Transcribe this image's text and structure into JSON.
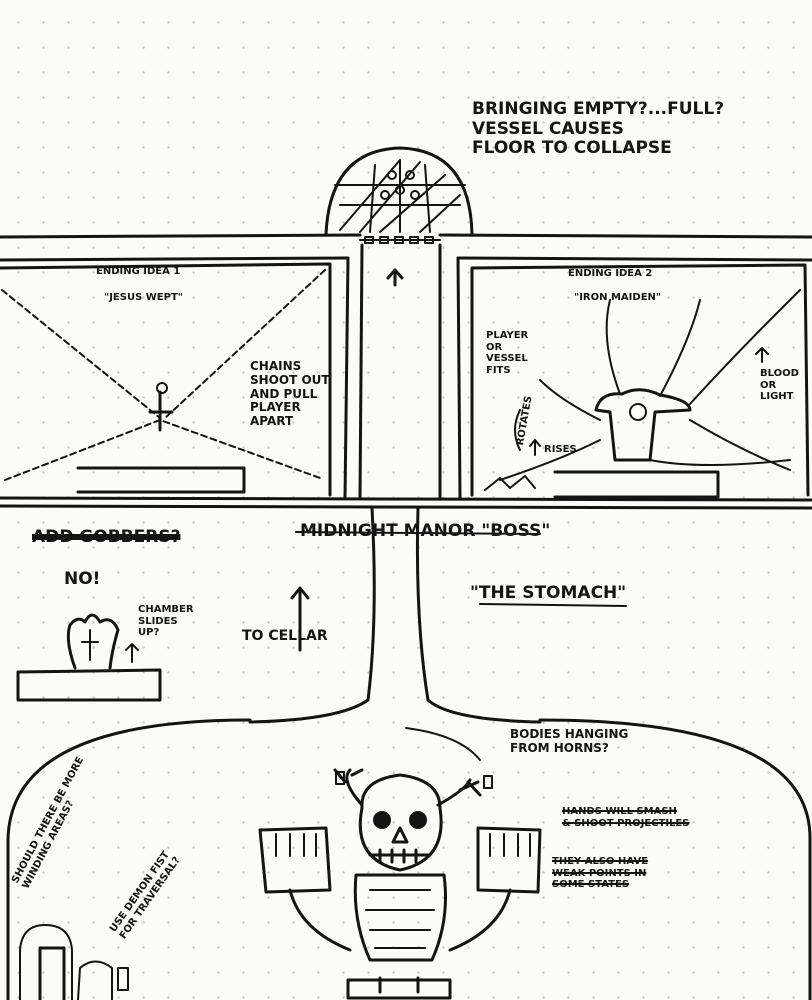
{
  "note_top": "Bringing empty?...full?\nVessel causes\nFloor to collapse",
  "ending1": {
    "title": "Ending idea 1",
    "subtitle": "\"Jesus wept\"",
    "note": "Chains\nshoot out\nand pull\nplayer\napart"
  },
  "ending2": {
    "title": "Ending idea 2",
    "subtitle": "\"Iron maiden\"",
    "note_left": "Player\nor\nvessel\nfits",
    "rotates": "Rotates",
    "rises": "Rises",
    "blood": "Blood\nor\nlight"
  },
  "middle": {
    "title": "Midnight Manor \"Boss\"",
    "scribbled": "Add gobbers?",
    "no": "No!",
    "chamber": "Chamber\nslides\nup?",
    "to_cellar": "To cellar",
    "stomach": "\"The stomach\""
  },
  "bottom": {
    "bodies": "Bodies hanging\nfrom horns?",
    "hands_strike": "Hands will smash\n& shoot projectiles",
    "weak_strike": "They also have\nweak points in\nsome states",
    "winding": "Should there be more\nwinding areas?",
    "demon_fist": "Use demon fist\nfor traversal?"
  }
}
